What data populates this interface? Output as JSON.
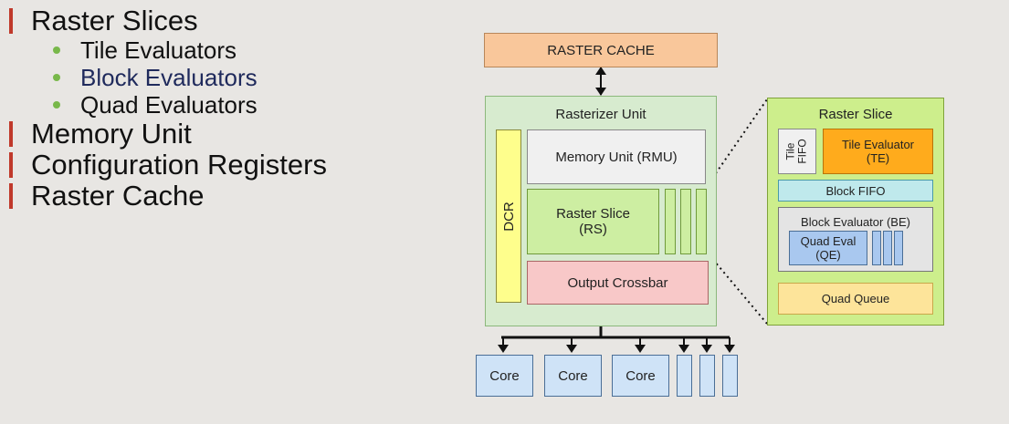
{
  "bullets": {
    "raster_slices": "Raster Slices",
    "tile_evaluators": "Tile Evaluators",
    "block_evaluators": "Block Evaluators",
    "quad_evaluators": "Quad Evaluators",
    "memory_unit": "Memory Unit",
    "configuration_registers": "Configuration Registers",
    "raster_cache": "Raster Cache"
  },
  "diagram": {
    "raster_cache": "RASTER CACHE",
    "rasterizer_unit": "Rasterizer Unit",
    "dcr": "DCR",
    "memory_unit_rmu": "Memory Unit (RMU)",
    "raster_slice_rs_line1": "Raster Slice",
    "raster_slice_rs_line2": "(RS)",
    "output_crossbar": "Output Crossbar",
    "cores": [
      "Core",
      "Core",
      "Core"
    ],
    "detail_title": "Raster Slice",
    "tile_fifo_line1": "Tile",
    "tile_fifo_line2": "FIFO",
    "tile_evaluator_line1": "Tile Evaluator",
    "tile_evaluator_line2": "(TE)",
    "block_fifo": "Block FIFO",
    "block_evaluator": "Block Evaluator (BE)",
    "quad_eval_line1": "Quad Eval",
    "quad_eval_line2": "(QE)",
    "quad_queue": "Quad Queue"
  },
  "colors": {
    "bullet_bar": "#c0392b",
    "bullet_dot": "#78b84a",
    "raster_cache_fill": "#f9c79b",
    "rasterizer_fill": "#d7ebcf",
    "dcr_fill": "#fefe8c",
    "memory_unit_fill": "#f0f0f0",
    "raster_slice_fill": "#cdeea2",
    "output_crossbar_fill": "#f8c8c8",
    "core_fill": "#cfe3f7",
    "detail_fill": "#cdee8c",
    "tile_evaluator_fill": "#ffab1c",
    "block_fifo_fill": "#bfe9ec",
    "block_evaluator_fill": "#e4e4e4",
    "quad_eval_fill": "#a9c8ef",
    "quad_queue_fill": "#fde49a"
  }
}
